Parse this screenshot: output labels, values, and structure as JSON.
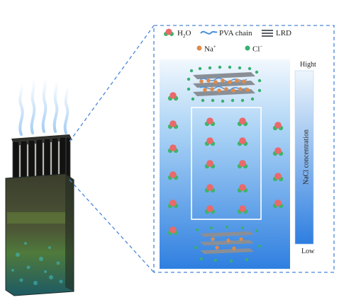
{
  "legend": {
    "water": "H",
    "water_sub": "2",
    "water_rest": "O",
    "pva": "PVA chain",
    "lrd": "LRD",
    "sodium": "Na",
    "sodium_sup": "+",
    "chloride": "Cl",
    "chloride_sup": "−"
  },
  "gradient_bar": {
    "high_label": "Hight",
    "low_label": "Low",
    "title": "NaCl concentration"
  },
  "colors": {
    "panel_border": "#4a86d8",
    "gradient_top": "#eef6fc",
    "gradient_bottom": "#2f7fe0",
    "oxygen": "#e86a6a",
    "hydrogen": "#3cb56a",
    "sodium": "#e08a4a",
    "chloride": "#36b070",
    "sheet": "#8a8f96",
    "pva": "#4a8ed8"
  },
  "icons": [
    "evaporator-icon",
    "water-molecule-icon",
    "pva-chain-icon",
    "lrd-sheet-icon",
    "sodium-ion-icon",
    "chloride-ion-icon"
  ]
}
